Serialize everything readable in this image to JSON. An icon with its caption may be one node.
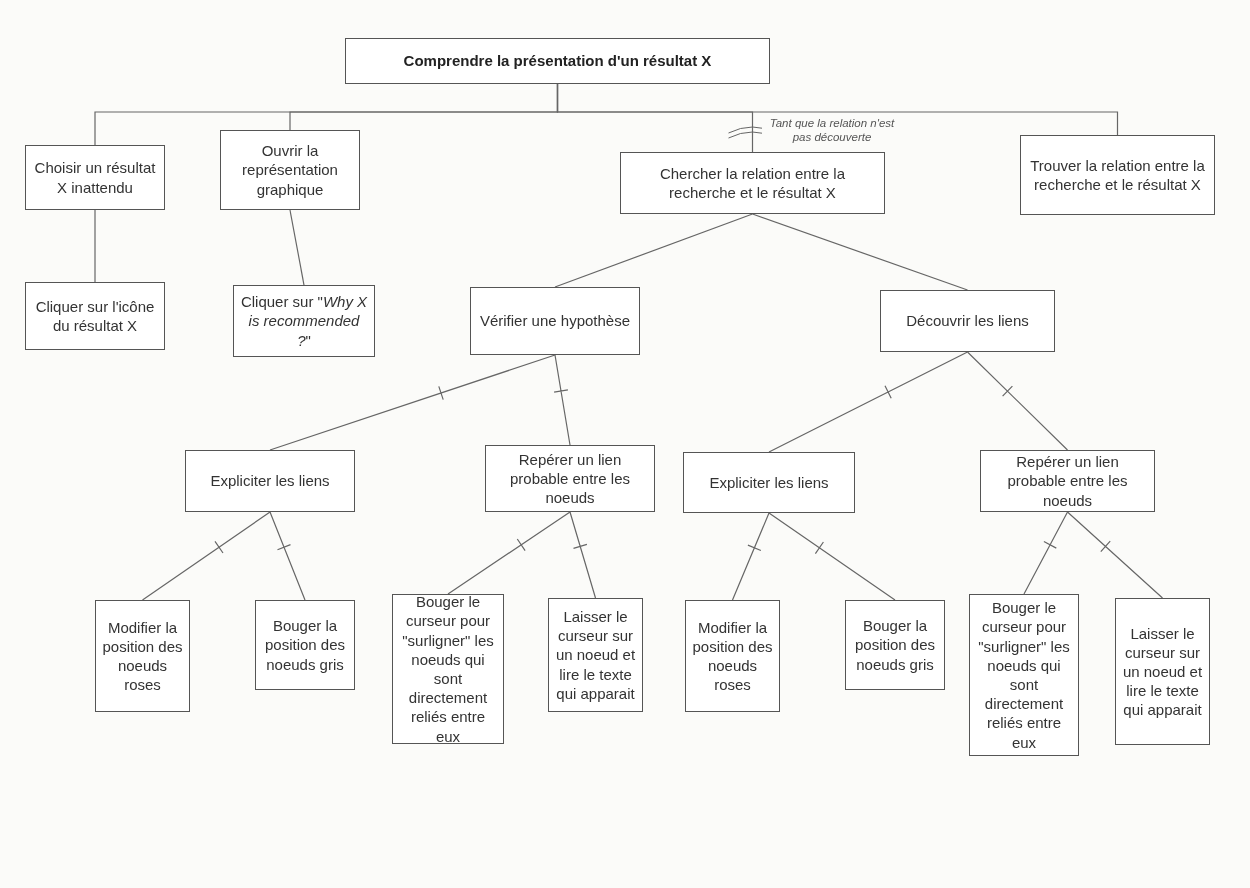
{
  "diagram": {
    "nodes": [
      {
        "text": [
          "Comprendre la présentation d'un résultat X"
        ]
      },
      {
        "text": [
          "Choisir un résultat X inattendu"
        ]
      },
      {
        "text": [
          "Ouvrir la représentation graphique"
        ]
      },
      {
        "text": [
          "Chercher la relation entre la recherche et le résultat X"
        ]
      },
      {
        "text": [
          "Trouver la relation entre la recherche et le résultat X"
        ]
      },
      {
        "text": [
          "Cliquer sur l'icône du résultat X"
        ]
      },
      {
        "text": [
          "Cliquer sur \"*Why X is recommended ?*\""
        ]
      },
      {
        "text": [
          "Vérifier une hypothèse"
        ]
      },
      {
        "text": [
          "Découvrir les liens"
        ]
      },
      {
        "text": [
          "Expliciter les liens"
        ]
      },
      {
        "text": [
          "Repérer un lien probable entre les noeuds"
        ]
      },
      {
        "text": [
          "Expliciter les liens"
        ]
      },
      {
        "text": [
          "Repérer un lien probable entre les noeuds"
        ]
      },
      {
        "text": [
          "Modifier la position des noeuds roses"
        ]
      },
      {
        "text": [
          "Bouger la position des noeuds gris"
        ]
      },
      {
        "text": [
          "Bouger le curseur pour \"surligner\" les noeuds qui sont directement reliés entre eux"
        ]
      },
      {
        "text": [
          "Laisser le curseur sur un noeud et lire le texte qui apparait"
        ]
      },
      {
        "text": [
          "Modifier la position des noeuds roses"
        ]
      },
      {
        "text": [
          "Bouger la position des noeuds gris"
        ]
      },
      {
        "text": [
          "Bouger le curseur pour \"surligner\" les noeuds qui sont directement reliés entre eux"
        ]
      },
      {
        "text": [
          "Laisser le curseur sur un noeud et lire le texte qui apparait"
        ]
      }
    ],
    "edges": [
      {
        "from": 0,
        "to": 1,
        "arrow": "none"
      },
      {
        "from": 0,
        "to": 2,
        "arrow": "none"
      },
      {
        "from": 0,
        "to": 3,
        "arrow": "none",
        "label": "Tant que la relation n'est pas découverte"
      },
      {
        "from": 0,
        "to": 4,
        "arrow": "none"
      },
      {
        "from": 1,
        "to": 5,
        "arrow": "none"
      },
      {
        "from": 2,
        "to": 6,
        "arrow": "none"
      },
      {
        "from": 3,
        "to": 7,
        "arrow": "none"
      },
      {
        "from": 3,
        "to": 8,
        "arrow": "none"
      },
      {
        "from": 7,
        "to": 9,
        "arrow": "none"
      },
      {
        "from": 7,
        "to": 10,
        "arrow": "none"
      },
      {
        "from": 8,
        "to": 11,
        "arrow": "none"
      },
      {
        "from": 8,
        "to": 12,
        "arrow": "none"
      },
      {
        "from": 9,
        "to": 13,
        "arrow": "none"
      },
      {
        "from": 9,
        "to": 14,
        "arrow": "none"
      },
      {
        "from": 10,
        "to": 15,
        "arrow": "none"
      },
      {
        "from": 10,
        "to": 16,
        "arrow": "none"
      },
      {
        "from": 11,
        "to": 17,
        "arrow": "none"
      },
      {
        "from": 11,
        "to": 18,
        "arrow": "none"
      },
      {
        "from": 12,
        "to": 19,
        "arrow": "none"
      },
      {
        "from": 12,
        "to": 20,
        "arrow": "none"
      }
    ]
  }
}
